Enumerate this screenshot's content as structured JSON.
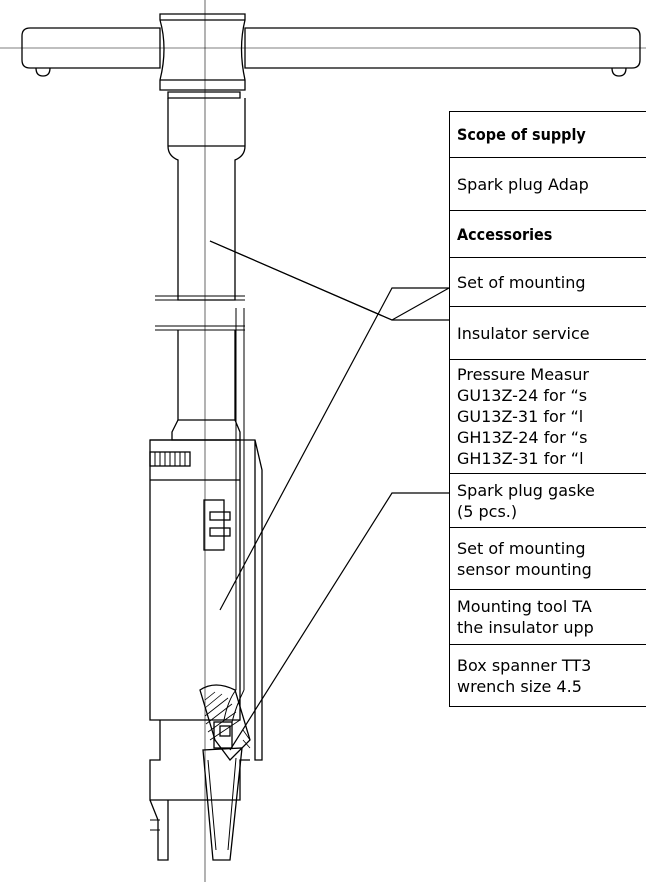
{
  "table": {
    "rows": [
      {
        "lines": [
          "Scope of supply"
        ],
        "bold": true
      },
      {
        "lines": [
          "Spark plug Adap"
        ],
        "bold": false
      },
      {
        "lines": [
          "Accessories"
        ],
        "bold": true
      },
      {
        "lines": [
          "Set of mounting"
        ],
        "bold": false
      },
      {
        "lines": [
          "Insulator service"
        ],
        "bold": false
      },
      {
        "lines": [
          "Pressure Measur",
          "GU13Z-24 for “s",
          "GU13Z-31 for “l",
          "GH13Z-24 for “s",
          "GH13Z-31 for “l"
        ],
        "bold": false
      },
      {
        "lines": [
          "Spark plug gaske",
          "(5 pcs.)"
        ],
        "bold": false
      },
      {
        "lines": [
          "Set of mounting",
          "sensor mounting"
        ],
        "bold": false
      },
      {
        "lines": [
          "Mounting tool TA",
          "the insulator upp"
        ],
        "bold": false
      },
      {
        "lines": [
          "Box spanner TT3",
          "wrench size 4.5"
        ],
        "bold": false
      }
    ]
  }
}
